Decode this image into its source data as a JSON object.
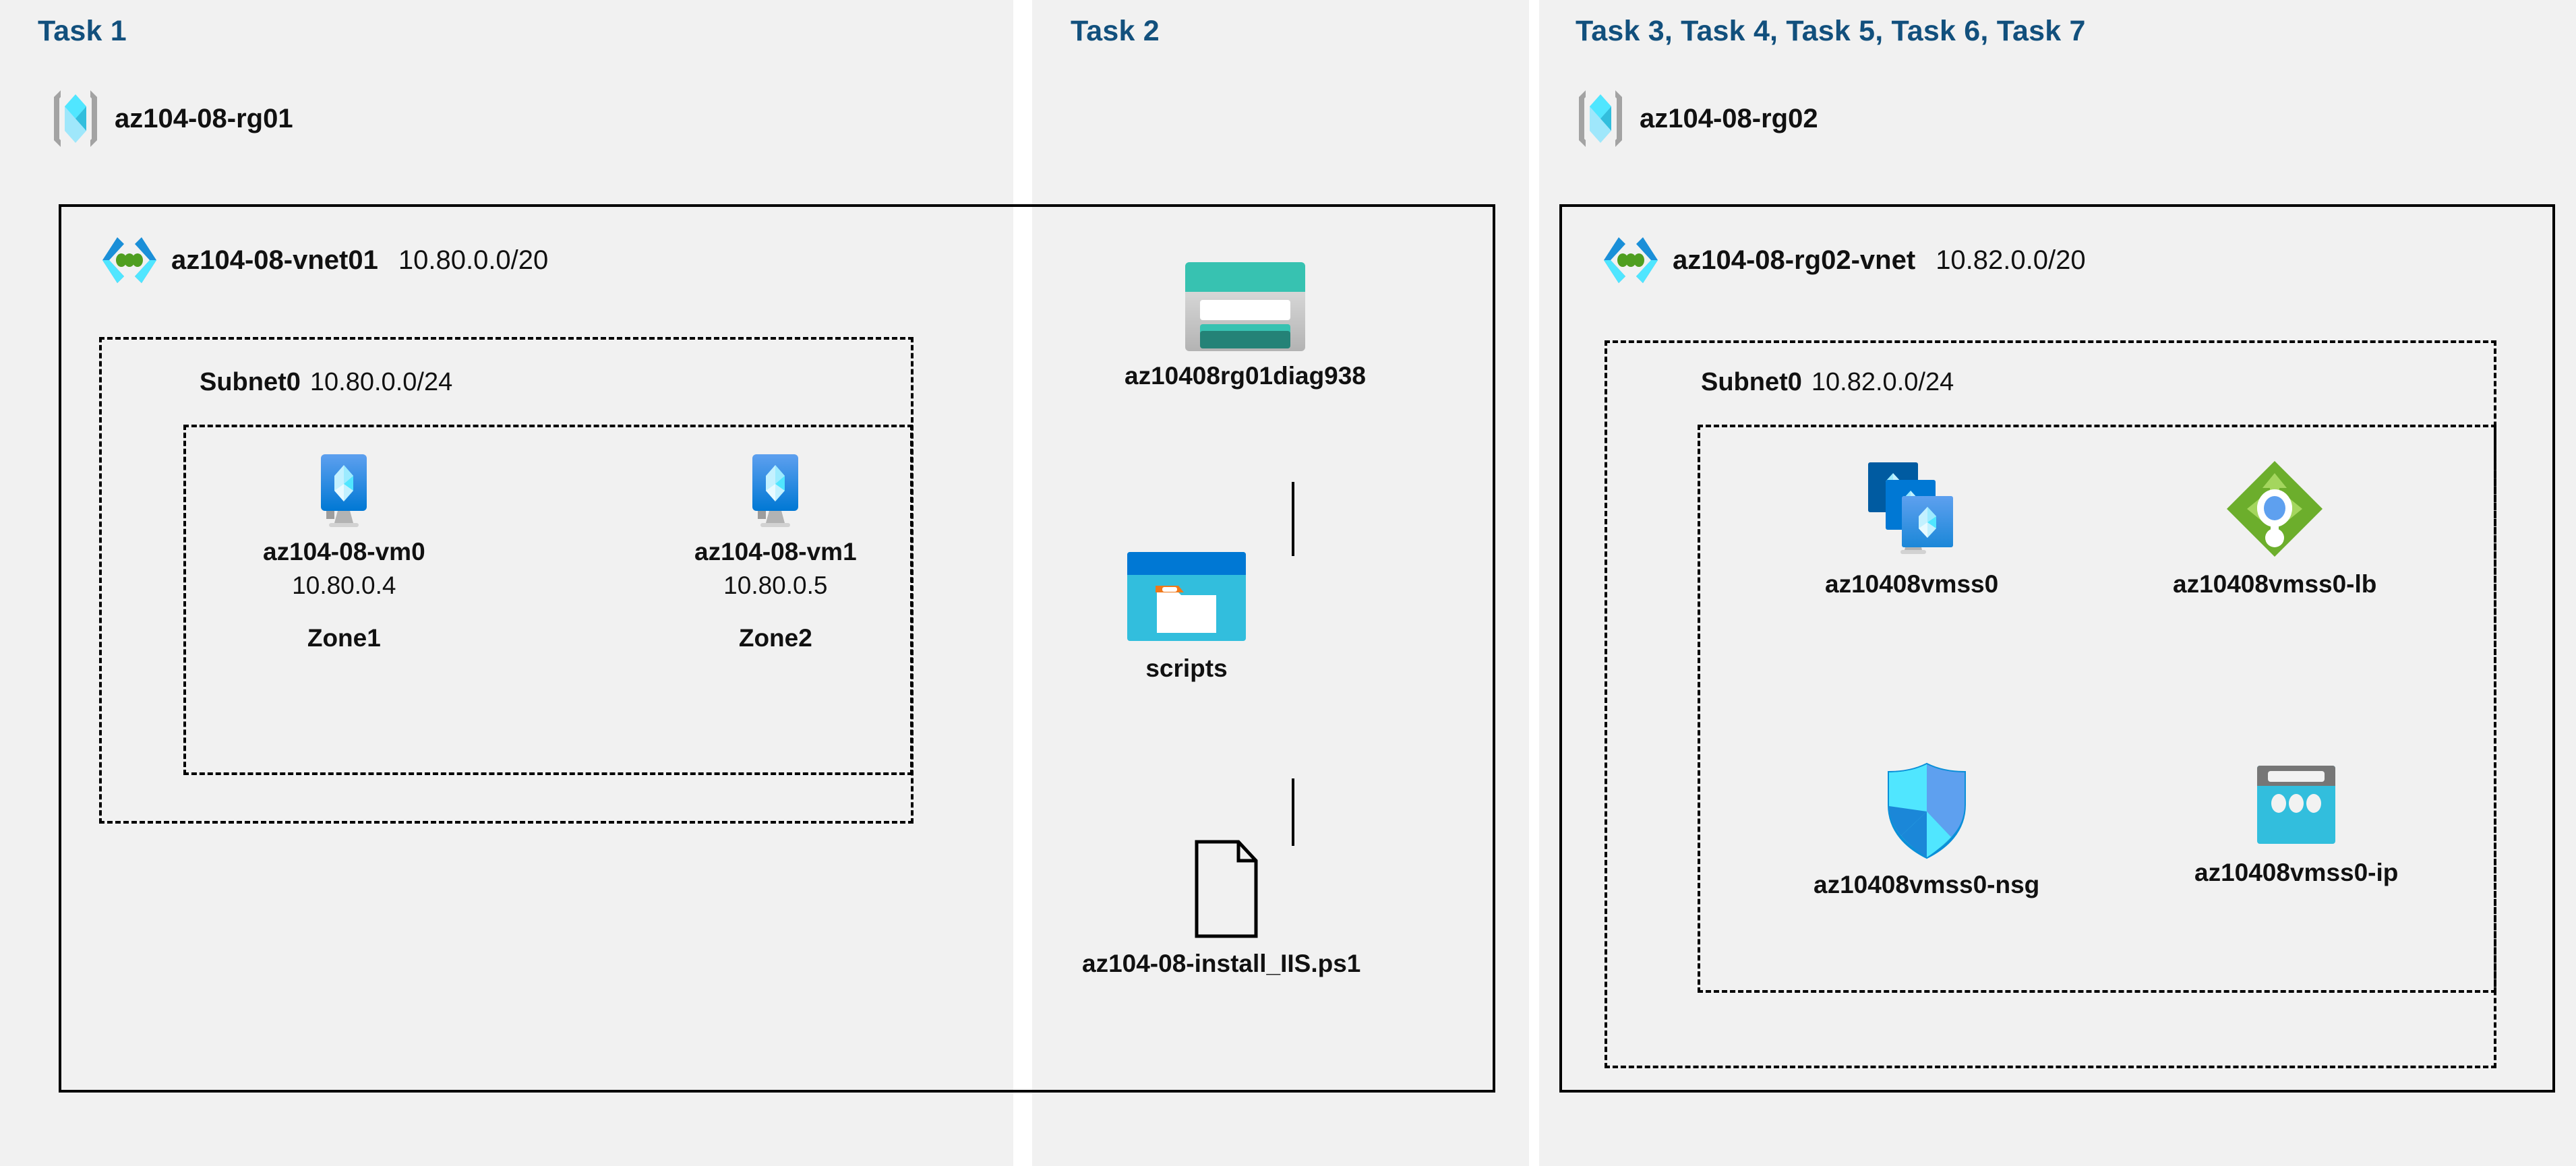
{
  "tasks": {
    "task1_label": "Task 1",
    "task2_label": "Task 2",
    "task3_label": "Task 3, Task 4, Task 5, Task 6, Task 7"
  },
  "colors": {
    "task_label": "#12507d",
    "panel_bg": "#f1f1f1",
    "page_bg": "#ffffff",
    "border": "#000000",
    "azure_blue": "#0078d4",
    "cyan": "#32bedd",
    "teal": "#37c2b1",
    "teal_dark": "#248277",
    "green": "#6cae2c",
    "green_light": "#9fd356",
    "grey": "#949494"
  },
  "resource_groups": [
    {
      "name": "az104-08-rg01",
      "icon": "resource-group-icon"
    },
    {
      "name": "az104-08-rg02",
      "icon": "resource-group-icon"
    }
  ],
  "vnets": [
    {
      "name": "az104-08-vnet01",
      "cidr": "10.80.0.0/20",
      "icon": "virtual-network-icon"
    },
    {
      "name": "az104-08-rg02-vnet",
      "cidr": "10.82.0.0/20",
      "icon": "virtual-network-icon"
    }
  ],
  "subnets": [
    {
      "name": "Subnet0",
      "cidr": "10.80.0.0/24"
    },
    {
      "name": "Subnet0",
      "cidr": "10.82.0.0/24"
    }
  ],
  "vms": [
    {
      "name": "az104-08-vm0",
      "ip": "10.80.0.4",
      "zone": "Zone1",
      "icon": "virtual-machine-icon"
    },
    {
      "name": "az104-08-vm1",
      "ip": "10.80.0.5",
      "zone": "Zone2",
      "icon": "virtual-machine-icon"
    }
  ],
  "storage": {
    "account": {
      "name": "az10408rg01diag938",
      "icon": "storage-account-icon"
    },
    "container": {
      "name": "scripts",
      "icon": "blob-container-icon"
    },
    "file": {
      "name": "az104-08-install_IIS.ps1",
      "icon": "file-icon"
    }
  },
  "scale_set_resources": [
    {
      "name": "az10408vmss0",
      "icon": "vm-scale-set-icon"
    },
    {
      "name": "az10408vmss0-lb",
      "icon": "load-balancer-icon"
    },
    {
      "name": "az10408vmss0-nsg",
      "icon": "network-security-group-icon"
    },
    {
      "name": "az10408vmss0-ip",
      "icon": "public-ip-address-icon"
    }
  ]
}
